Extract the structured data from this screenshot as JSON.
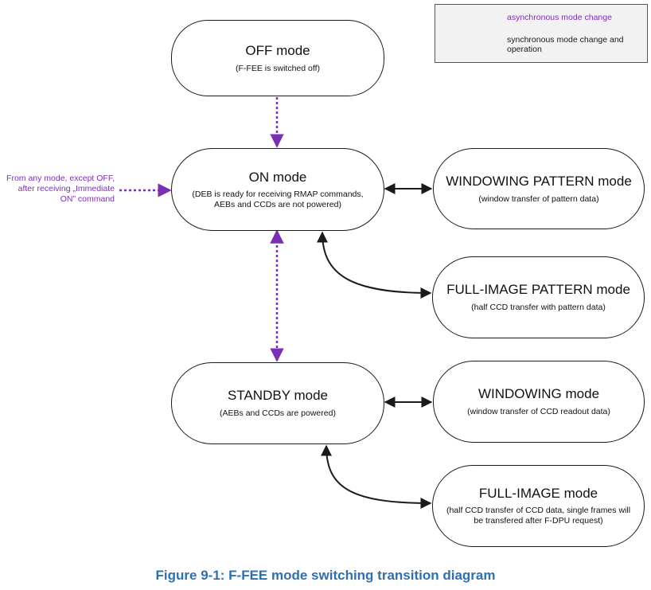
{
  "legend": {
    "async_label": "asynchronous mode change",
    "sync_label": "synchronous mode change and operation",
    "async_color": "#7b2fb5",
    "sync_color": "#1a1a1a"
  },
  "nodes": {
    "off": {
      "title": "OFF mode",
      "sub": "(F-FEE is switched off)"
    },
    "on": {
      "title": "ON mode",
      "sub": "(DEB is ready for receiving RMAP commands, AEBs and CCDs are not powered)"
    },
    "windowing_pattern": {
      "title": "WINDOWING PATTERN mode",
      "sub": "(window transfer of pattern data)"
    },
    "full_image_pattern": {
      "title": "FULL-IMAGE PATTERN mode",
      "sub": "(half CCD transfer with pattern data)"
    },
    "standby": {
      "title": "STANDBY mode",
      "sub": "(AEBs and CCDs are powered)"
    },
    "windowing": {
      "title": "WINDOWING mode",
      "sub": "(window transfer of CCD readout data)"
    },
    "full_image": {
      "title": "FULL-IMAGE mode",
      "sub": "(half CCD transfer of CCD data, single frames will be transfered after F-DPU request)"
    }
  },
  "side_note": "From any mode, except OFF, after receiving „Immediate ON” command",
  "caption": "Figure 9-1: F-FEE mode switching transition diagram"
}
